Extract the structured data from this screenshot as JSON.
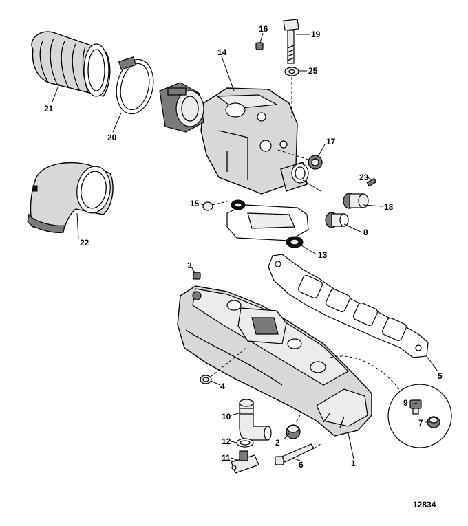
{
  "figure_number": "12834",
  "callouts": [
    "1",
    "2",
    "3",
    "4",
    "5",
    "6",
    "7",
    "8",
    "9",
    "10",
    "11",
    "12",
    "13",
    "14",
    "15",
    "16",
    "17",
    "18",
    "19",
    "20",
    "21",
    "22",
    "23",
    "25"
  ]
}
